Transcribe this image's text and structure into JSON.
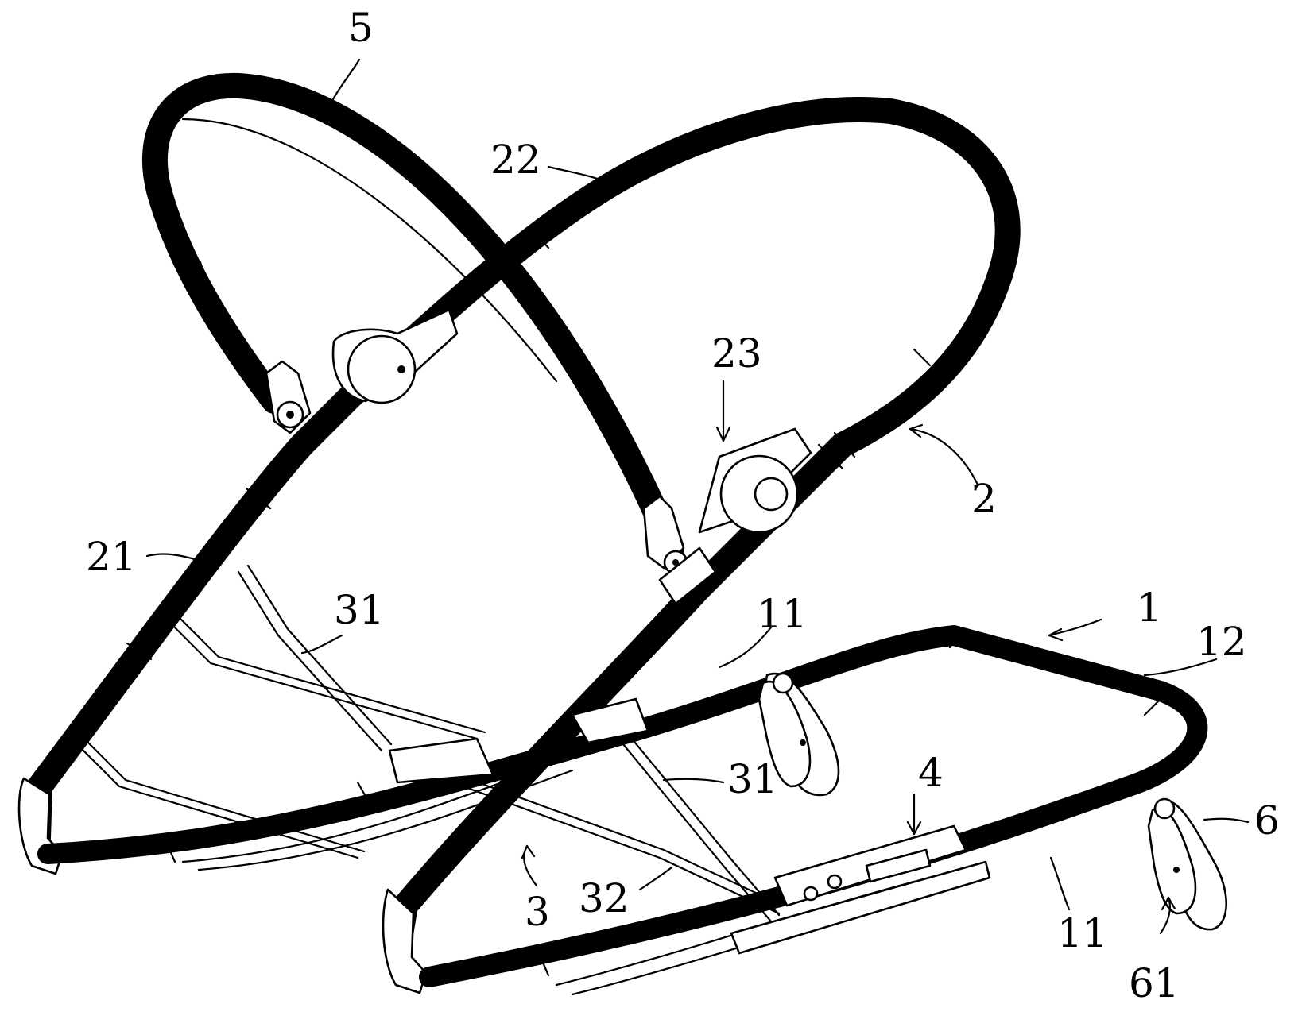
{
  "figure": {
    "labels": {
      "l5": "5",
      "l22": "22",
      "l23": "23",
      "l2": "2",
      "l21": "21",
      "l31a": "31",
      "l11a": "11",
      "l1": "1",
      "l12": "12",
      "l31b": "31",
      "l4": "4",
      "l6": "6",
      "l3": "3",
      "l32": "32",
      "l11b": "11",
      "l61": "61"
    }
  }
}
